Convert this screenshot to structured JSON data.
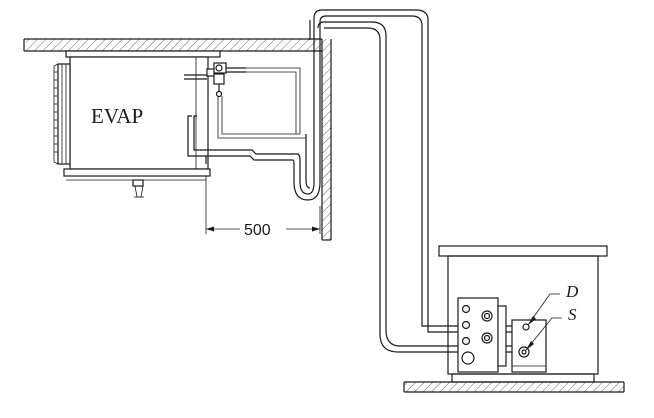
{
  "labels": {
    "evaporator": "EVAP",
    "dimension": "500",
    "discharge": "D",
    "suction": "S"
  },
  "colors": {
    "line": "#1a1a1a",
    "hatch": "#555555",
    "background": "#ffffff"
  }
}
